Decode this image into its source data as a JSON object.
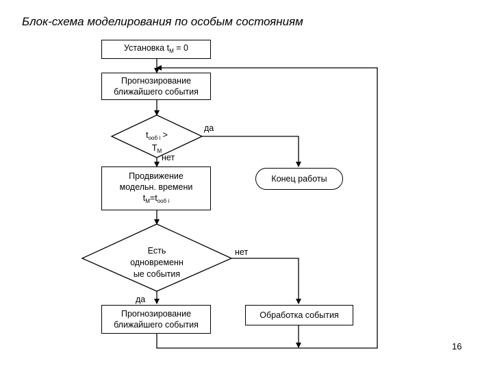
{
  "title": "Блок-схема  моделирования по особым состояниям",
  "nodes": {
    "init": {
      "text": "Установка t",
      "sub": "M",
      "suffix": " = 0"
    },
    "predict1": {
      "line1": "Прогнозирование",
      "line2": "ближайшего события"
    },
    "decision1": {
      "t": "t",
      "sub1": "ооб i",
      "gt": " >",
      "T": "T",
      "sub2": "M"
    },
    "end": {
      "text": "Конец работы"
    },
    "advance": {
      "line1": "Продвижение",
      "line2": "модельн. времени",
      "t1": "t",
      "s1": "M",
      "eq": "=t",
      "s2": "ооб i"
    },
    "decision2": {
      "line1": "Есть",
      "line2": "одновременн",
      "line3": "ые события"
    },
    "predict2": {
      "line1": "Прогнозирование",
      "line2": "ближайшего события"
    },
    "process": {
      "text": "Обработка события"
    }
  },
  "labels": {
    "yes1": "да",
    "no1": "нет",
    "no2": "нет",
    "yes2": "да"
  },
  "page_number": "16"
}
